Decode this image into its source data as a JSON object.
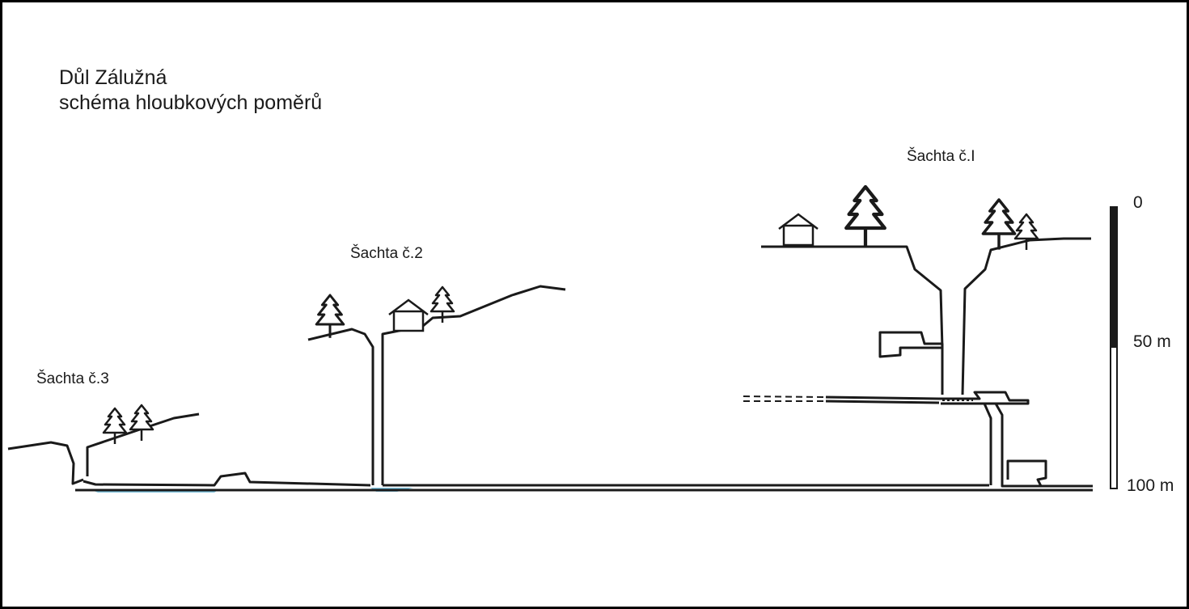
{
  "title": {
    "line1": "Důl Zálužná",
    "line2": "schéma hloubkových poměrů"
  },
  "shafts": {
    "s3": "Šachta č.3",
    "s2": "Šachta č.2",
    "s1": "Šachta č.I"
  },
  "scale": {
    "top": "0",
    "mid": "50 m",
    "bottom": "100 m"
  },
  "colors": {
    "line": "#1a1a1a",
    "water": "#7fc3dd",
    "scale_dark": "#1a1a1a",
    "scale_light": "#ffffff"
  }
}
